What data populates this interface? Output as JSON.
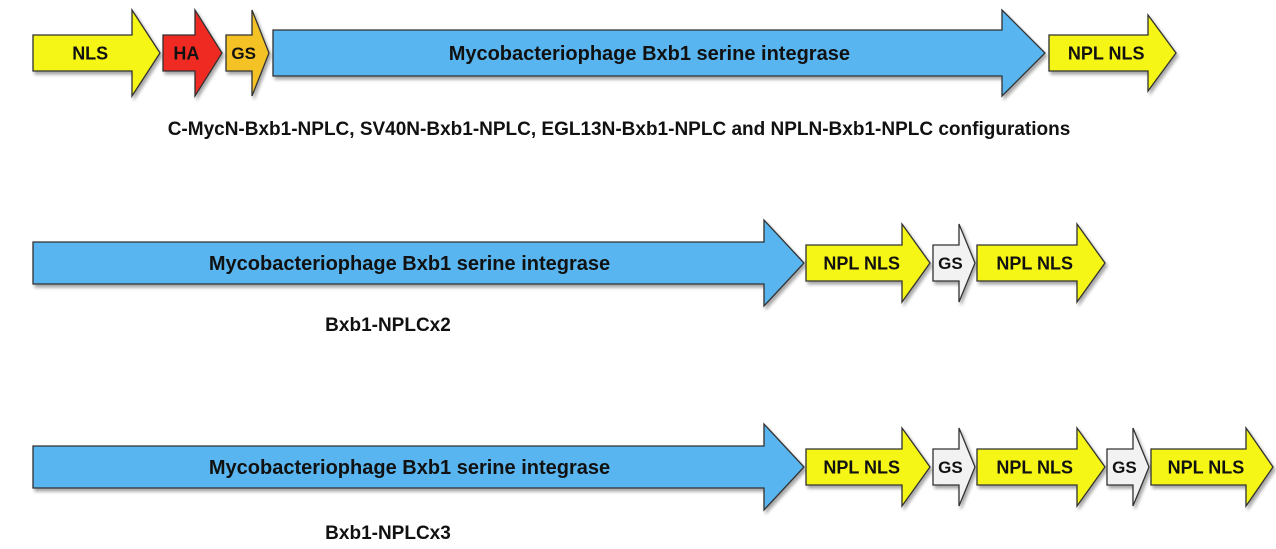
{
  "constructs": [
    {
      "caption": "C-MycN-Bxb1-NPLC, SV40N-Bxb1-NPLC, EGL13N-Bxb1-NPLC and NPLN-Bxb1-NPLC configurations",
      "segments": [
        {
          "label": "NLS",
          "type": "nls"
        },
        {
          "label": "HA",
          "type": "ha"
        },
        {
          "label": "GS",
          "type": "gs-orange"
        },
        {
          "label": "Mycobacteriophage Bxb1 serine integrase",
          "type": "integrase"
        },
        {
          "label": "NPL NLS",
          "type": "nls"
        }
      ]
    },
    {
      "caption": "Bxb1-NPLCx2",
      "segments": [
        {
          "label": "Mycobacteriophage Bxb1 serine integrase",
          "type": "integrase"
        },
        {
          "label": "NPL NLS",
          "type": "nls"
        },
        {
          "label": "GS",
          "type": "gs-white"
        },
        {
          "label": "NPL NLS",
          "type": "nls"
        }
      ]
    },
    {
      "caption": "Bxb1-NPLCx3",
      "segments": [
        {
          "label": "Mycobacteriophage Bxb1 serine integrase",
          "type": "integrase"
        },
        {
          "label": "NPL NLS",
          "type": "nls"
        },
        {
          "label": "GS",
          "type": "gs-white"
        },
        {
          "label": "NPL NLS",
          "type": "nls"
        },
        {
          "label": "GS",
          "type": "gs-white"
        },
        {
          "label": "NPL NLS",
          "type": "nls"
        }
      ]
    }
  ],
  "colors": {
    "nls": "#f5f517",
    "ha": "#ee2a24",
    "gs-orange": "#f5c228",
    "gs-white": "#f2f2f2",
    "integrase": "#59b5ef",
    "outline": "#333333"
  }
}
